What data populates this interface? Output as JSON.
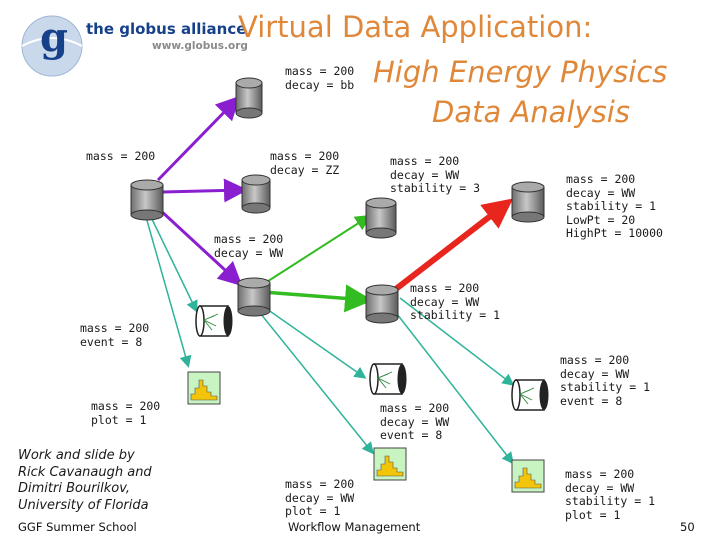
{
  "logo": {
    "name": "the globus alliance",
    "url": "www.globus.org",
    "letter": "g"
  },
  "title": {
    "line1": "Virtual Data Application:",
    "line2": "High Energy Physics",
    "line3": "Data Analysis"
  },
  "nodes": {
    "n_bb": "mass = 200\ndecay = bb",
    "n_mass": "mass = 200",
    "n_zz": "mass = 200\ndecay = ZZ",
    "n_ww_s3": "mass = 200\ndecay = WW\nstability = 3",
    "n_ww_s1_lowpt": "mass = 200\ndecay = WW\nstability = 1\nLowPt = 20\nHighPt = 10000",
    "n_ww": "mass = 200\ndecay = WW",
    "n_ww_s1": "mass = 200\ndecay = WW\nstability = 1",
    "n_event8": "mass = 200\nevent = 8",
    "n_plot1": "mass = 200\nplot = 1",
    "n_ww_event8": "mass = 200\ndecay = WW\nevent = 8",
    "n_ww_s1_event8": "mass = 200\ndecay = WW\nstability = 1\nevent = 8",
    "n_ww_plot1": "mass = 200\ndecay = WW\nplot = 1",
    "n_ww_s1_plot1": "mass = 200\ndecay = WW\nstability = 1\nplot = 1"
  },
  "credit": "Work and slide by\nRick Cavanaugh and\nDimitri Bourilkov,\nUniversity of Florida",
  "footer": {
    "left": "GGF Summer School",
    "center": "Workflow Management",
    "page": "50"
  },
  "colors": {
    "title": "#e0883a",
    "purple": "#8a1fd0",
    "green": "#33bb22",
    "red": "#e8261e",
    "teal": "#2fb39a"
  },
  "icons": {
    "dataset": "database-cylinder-icon",
    "event": "event-display-icon",
    "plot": "histogram-plot-icon"
  }
}
